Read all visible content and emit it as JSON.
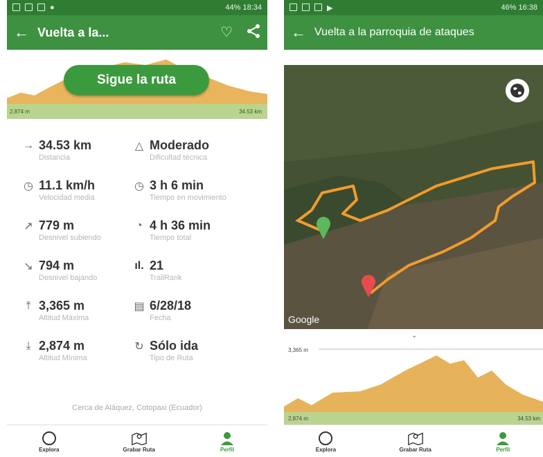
{
  "left": {
    "status": {
      "right": "44% 18:34"
    },
    "appbar": {
      "title": "Vuelta a la..."
    },
    "cta": "Sigue la ruta",
    "elevation": {
      "min_label": "2,874 m",
      "dist_label": "34.53 km"
    },
    "stats": [
      {
        "icon": "distance-icon",
        "value": "34.53 km",
        "label": "Distancia"
      },
      {
        "icon": "difficulty-icon",
        "value": "Moderado",
        "label": "Dificultad técnica"
      },
      {
        "icon": "speed-icon",
        "value": "11.1 km/h",
        "label": "Velocidad media"
      },
      {
        "icon": "moving-time-icon",
        "value": "3 h 6 min",
        "label": "Tiempo en movimiento"
      },
      {
        "icon": "ascent-icon",
        "value": "779 m",
        "label": "Desnivel subiendo"
      },
      {
        "icon": "total-time-icon",
        "value": "4 h 36 min",
        "label": "Tiempo total"
      },
      {
        "icon": "descent-icon",
        "value": "794 m",
        "label": "Desnivel bajando"
      },
      {
        "icon": "trailrank-icon",
        "value": "21",
        "label": "TrailRank"
      },
      {
        "icon": "max-altitude-icon",
        "value": "3,365 m",
        "label": "Altitud Máxima"
      },
      {
        "icon": "calendar-icon",
        "value": "6/28/18",
        "label": "Fecha"
      },
      {
        "icon": "min-altitude-icon",
        "value": "2,874 m",
        "label": "Altitud Mínima"
      },
      {
        "icon": "route-type-icon",
        "value": "Sólo ida",
        "label": "Tipo de Ruta"
      }
    ],
    "location": "Cerca de Aláquez, Cotopaxi (Ecuador)"
  },
  "right": {
    "status": {
      "right": "46% 16:38"
    },
    "appbar": {
      "title": "Vuelta a la parroquia de ataques"
    },
    "map": {
      "attribution": "Google"
    },
    "profile": {
      "max_label": "3,365 m",
      "min_label": "2,874 m",
      "dist_label": "34.53 km"
    }
  },
  "nav": [
    {
      "icon": "explore-icon",
      "label": "Explora"
    },
    {
      "icon": "record-route-icon",
      "label": "Grabar Ruta"
    },
    {
      "icon": "profile-icon",
      "label": "Perfil"
    }
  ],
  "colors": {
    "green_dark": "#2f7d32",
    "green": "#3d9140",
    "route": "#f29b2c",
    "start_pin": "#5cb85c",
    "end_pin": "#e74c4c"
  }
}
